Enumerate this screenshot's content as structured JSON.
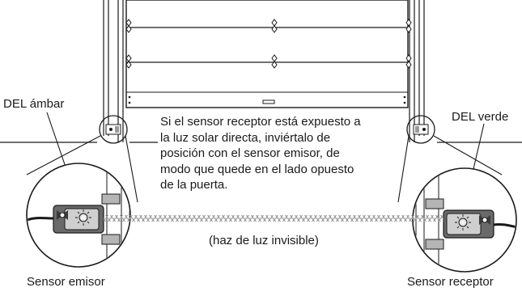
{
  "labels": {
    "amber_led": "DEL ámbar",
    "green_led": "DEL verde",
    "beam": "(haz de luz invisible)",
    "emitter_sensor": "Sensor emisor",
    "receiver_sensor": "Sensor receptor"
  },
  "instruction_lines": [
    "Si el sensor receptor está expuesto a",
    "la luz solar directa, inviértalo de",
    "posición con el sensor emisor, de",
    "modo que quede en el lado opuesto",
    "de la puerta."
  ],
  "colors": {
    "line": "#1a1a1a",
    "panel_gray": "#9a9a9a",
    "bracket_gray": "#b5b5b5",
    "sensor_dark": "#3a3a3a",
    "beam_gray": "#bfbfbf"
  }
}
